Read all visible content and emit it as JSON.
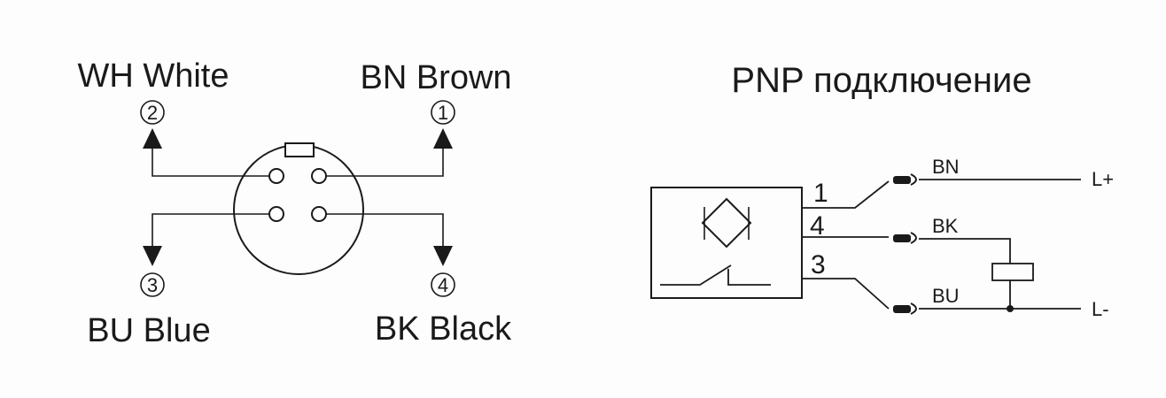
{
  "connector": {
    "labels": {
      "white": "WH White",
      "brown": "BN Brown",
      "blue": "BU Blue",
      "black": "BK Black"
    },
    "pin_numbers": {
      "white": "2",
      "brown": "1",
      "blue": "3",
      "black": "4"
    }
  },
  "wiring": {
    "title": "PNP подключение",
    "pins": [
      "1",
      "4",
      "3"
    ],
    "wires": {
      "brown": "BN",
      "black": "BK",
      "blue": "BU"
    },
    "supply": {
      "positive": "L+",
      "negative": "L-"
    }
  },
  "colors": {
    "line": "#1a1a1a",
    "background": "#fdfdfd"
  }
}
